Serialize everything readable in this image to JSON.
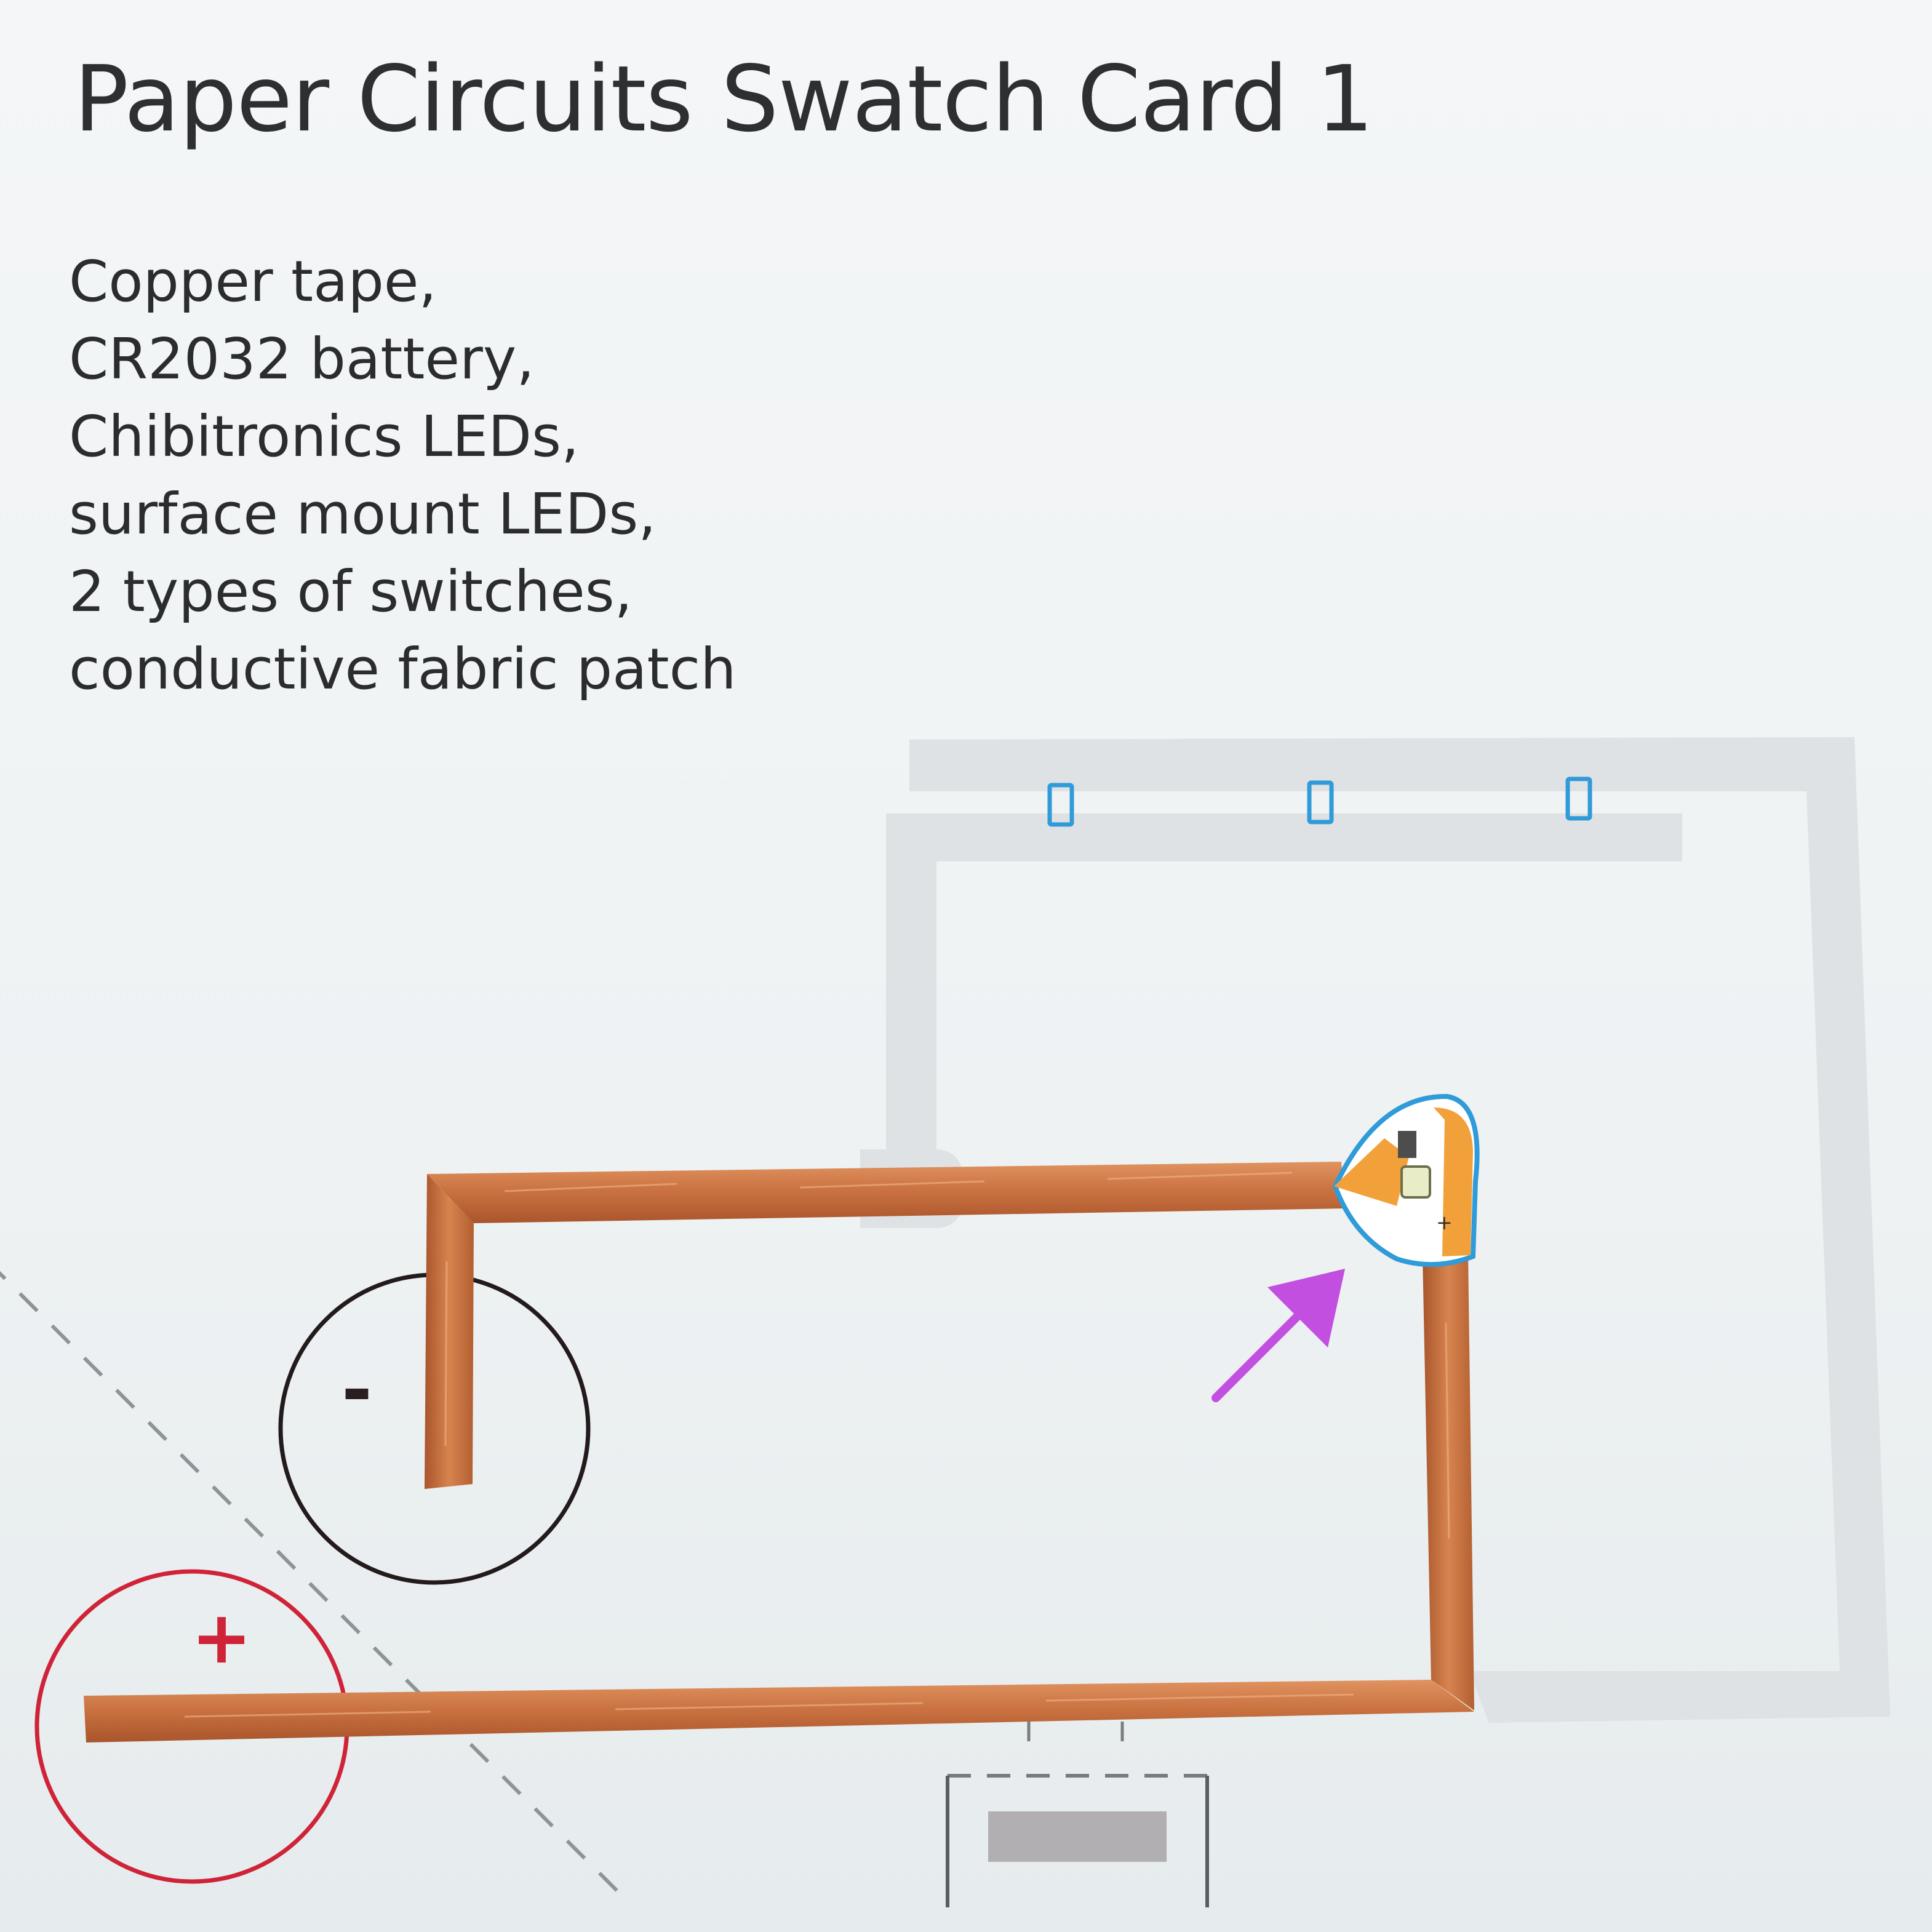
{
  "card": {
    "title": "Paper Circuits Swatch Card 1",
    "materials": [
      "Copper tape,",
      "CR2032 battery,",
      "Chibitronics LEDs,",
      "surface mount LEDs,",
      "2 types of switches,",
      "conductive fabric patch"
    ]
  },
  "battery": {
    "negative_label": "-",
    "positive_label": "+"
  },
  "led_sticker": {
    "polarity_label": "+"
  },
  "colors": {
    "copper": "#c8703f",
    "guide_gray": "#dfe2e4",
    "led_pad_blue": "#2f9bd8",
    "positive_red": "#cf2338",
    "arrow_magenta": "#c24fe0"
  }
}
